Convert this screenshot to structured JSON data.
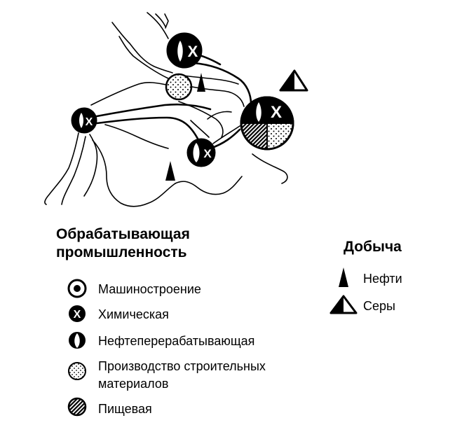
{
  "legend": {
    "manufacturing": {
      "title_line1": "Обрабатывающая",
      "title_line2": "промышленность",
      "items": [
        {
          "label": "Машиностроение",
          "icon": "machine-building-icon"
        },
        {
          "label": "Химическая",
          "icon": "chemical-icon"
        },
        {
          "label": "Нефтеперерабатывающая",
          "icon": "oil-refining-icon"
        },
        {
          "label_line1": "Производство строительных",
          "label_line2": "материалов",
          "icon": "building-materials-icon"
        },
        {
          "label": "Пищевая",
          "icon": "food-industry-icon"
        }
      ]
    },
    "extraction": {
      "title": "Добыча",
      "items": [
        {
          "label": "Нефти",
          "icon": "oil-extraction-icon"
        },
        {
          "label": "Серы",
          "icon": "sulfur-extraction-icon"
        }
      ]
    }
  },
  "map_symbols": {
    "chemical_mark": "X"
  },
  "colors": {
    "ink": "#000000",
    "paper": "#ffffff"
  }
}
